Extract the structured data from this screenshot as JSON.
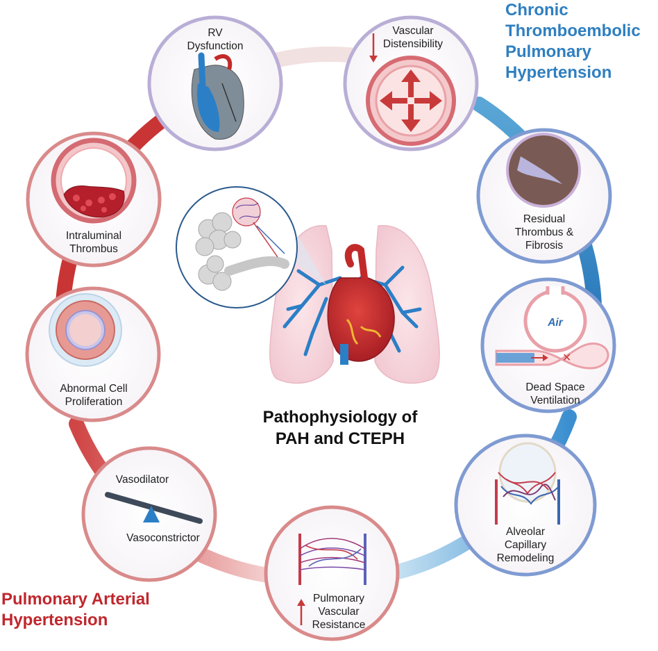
{
  "center_title": [
    "Pathophysiology of",
    "PAH and CTEPH"
  ],
  "cteph_heading": [
    "Chronic",
    "Thromboembolic",
    "Pulmonary",
    "Hypertension"
  ],
  "pah_heading": [
    "Pulmonary Arterial",
    "Hypertension"
  ],
  "nodes": {
    "rv_dysfunction": [
      "RV",
      "Dysfunction"
    ],
    "vascular_distensibility": [
      "Vascular",
      "Distensibility"
    ],
    "residual_thrombus": [
      "Residual",
      "Thrombus &",
      "Fibrosis"
    ],
    "dead_space": [
      "Dead Space",
      "Ventilation"
    ],
    "dead_space_air": "Air",
    "alveolar_capillary": [
      "Alveolar",
      "Capillary",
      "Remodeling"
    ],
    "pulmonary_vascular_resistance": [
      "Pulmonary",
      "Vascular",
      "Resistance"
    ],
    "vasodilator": "Vasodilator",
    "vasoconstrictor": "Vasoconstrictor",
    "abnormal_cell": [
      "Abnormal Cell",
      "Proliferation"
    ],
    "intraluminal_thrombus": [
      "Intraluminal",
      "Thrombus"
    ]
  },
  "colors": {
    "pah_red": "#c0272d",
    "cteph_blue": "#2f7fc0",
    "purple_border": "#b9aed6",
    "blue_border": "#7f9bd2",
    "red_border": "#d98a8a"
  }
}
